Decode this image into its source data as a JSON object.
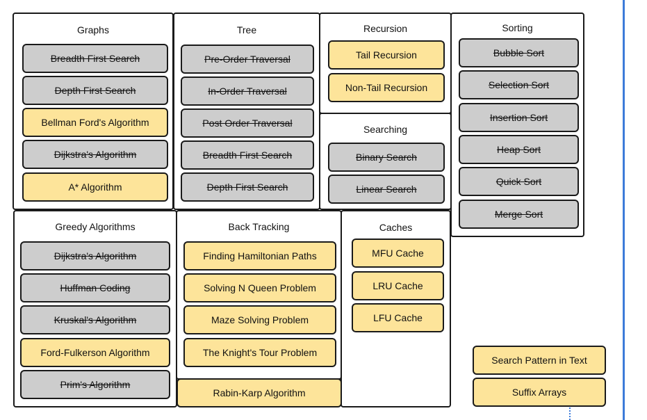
{
  "colors": {
    "todo": "#fde49a",
    "done": "#cdcdcd",
    "border": "#1a1a1a",
    "accent_line": "#3d7bd9"
  },
  "groups": {
    "graphs": {
      "title": "Graphs",
      "items": [
        {
          "label": "Breadth First Search",
          "status": "done"
        },
        {
          "label": "Depth First Search",
          "status": "done"
        },
        {
          "label": "Bellman Ford's Algorithm",
          "status": "todo"
        },
        {
          "label": "Dijkstra's Algorithm",
          "status": "done"
        },
        {
          "label": "A* Algorithm",
          "status": "todo"
        }
      ]
    },
    "tree": {
      "title": "Tree",
      "items": [
        {
          "label": "Pre-Order Traversal",
          "status": "done"
        },
        {
          "label": "In-Order Traversal",
          "status": "done"
        },
        {
          "label": "Post Order Traversal",
          "status": "done"
        },
        {
          "label": "Breadth First Search",
          "status": "done"
        },
        {
          "label": "Depth First Search",
          "status": "done"
        }
      ]
    },
    "recursion": {
      "title": "Recursion",
      "items": [
        {
          "label": "Tail Recursion",
          "status": "todo"
        },
        {
          "label": "Non-Tail Recursion",
          "status": "todo"
        }
      ]
    },
    "searching": {
      "title": "Searching",
      "items": [
        {
          "label": "Binary Search",
          "status": "done"
        },
        {
          "label": "Linear Search",
          "status": "done"
        }
      ]
    },
    "sorting": {
      "title": "Sorting",
      "items": [
        {
          "label": "Bubble Sort",
          "status": "done"
        },
        {
          "label": "Selection Sort",
          "status": "done"
        },
        {
          "label": "Insertion Sort",
          "status": "done"
        },
        {
          "label": "Heap Sort",
          "status": "done"
        },
        {
          "label": "Quick Sort",
          "status": "done"
        },
        {
          "label": "Merge Sort",
          "status": "done"
        }
      ]
    },
    "greedy": {
      "title": "Greedy Algorithms",
      "items": [
        {
          "label": "Dijkstra's Algorithm",
          "status": "done"
        },
        {
          "label": "Huffman Coding",
          "status": "done"
        },
        {
          "label": "Kruskal's Algorithm",
          "status": "done"
        },
        {
          "label": "Ford-Fulkerson Algorithm",
          "status": "todo"
        },
        {
          "label": "Prim's Algorithm",
          "status": "done"
        }
      ]
    },
    "backtracking": {
      "title": "Back Tracking",
      "items": [
        {
          "label": "Finding Hamiltonian Paths",
          "status": "todo"
        },
        {
          "label": "Solving N Queen Problem",
          "status": "todo"
        },
        {
          "label": "Maze Solving Problem",
          "status": "todo"
        },
        {
          "label": "The Knight's Tour Problem",
          "status": "todo"
        }
      ]
    },
    "caches": {
      "title": "Caches",
      "items": [
        {
          "label": "MFU Cache",
          "status": "todo"
        },
        {
          "label": "LRU Cache",
          "status": "todo"
        },
        {
          "label": "LFU Cache",
          "status": "todo"
        }
      ]
    }
  },
  "loose": [
    {
      "label": "Rabin-Karp Algorithm",
      "status": "todo"
    },
    {
      "label": "Search Pattern in Text",
      "status": "todo"
    },
    {
      "label": "Suffix Arrays",
      "status": "todo"
    }
  ]
}
